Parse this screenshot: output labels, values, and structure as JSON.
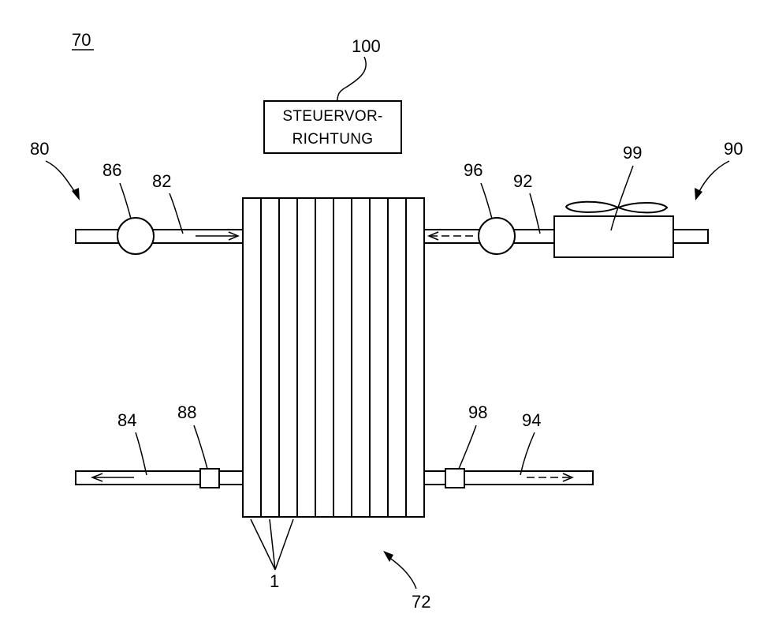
{
  "figure": {
    "labels": {
      "fig_ref": "70",
      "controller_ref": "100",
      "circuit_left": "80",
      "circuit_right": "90",
      "pump_left": "86",
      "pipe_upper_left": "82",
      "pump_right": "96",
      "pipe_upper_right": "92",
      "radiator": "99",
      "pipe_lower_left": "84",
      "valve_left": "88",
      "valve_right": "98",
      "pipe_lower_right": "94",
      "cells": "1",
      "stack": "72"
    },
    "controller": {
      "line1": "STEUERVOR-",
      "line2": "RICHTUNG"
    },
    "stack_cell_count": 10
  }
}
